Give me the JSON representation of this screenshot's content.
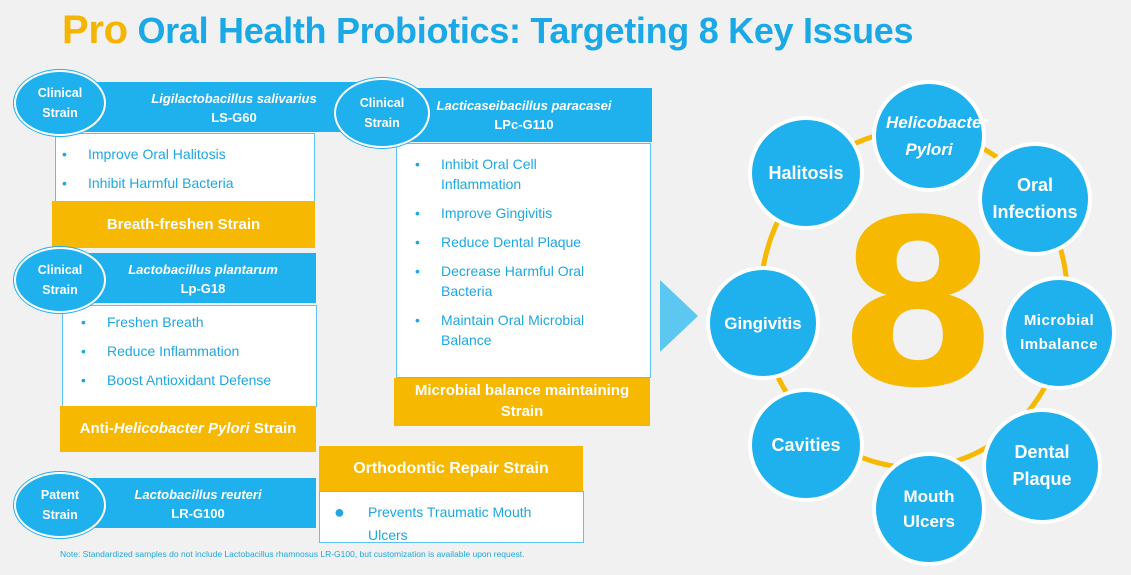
{
  "title": {
    "highlight": "Pro",
    "main": "Oral Health Probiotics: Targeting 8 Key Issues"
  },
  "strains": [
    {
      "badge": "Clinical Strain",
      "species": "Ligilactobacillus salivarius",
      "code": "LS-G60",
      "benefits": [
        "Improve Oral Halitosis",
        "Inhibit Harmful Bacteria"
      ],
      "category": "Breath-freshen Strain"
    },
    {
      "badge": "Clinical Strain",
      "species": "Lactobacillus plantarum",
      "code": "Lp-G18",
      "benefits": [
        "Freshen Breath",
        "Reduce Inflammation",
        "Boost Antioxidant Defense"
      ],
      "category_prefix": "Anti-",
      "category_italic": "Helicobacter Pylori",
      "category_suffix": " Strain"
    },
    {
      "badge": "Patent Strain",
      "species": "Lactobacillus reuteri",
      "code": "LR-G100",
      "category": "Orthodontic Repair Strain",
      "benefits": [
        "Prevents Traumatic Mouth Ulcers"
      ]
    },
    {
      "badge": "Clinical Strain",
      "species": "Lacticaseibacillus paracasei",
      "code": "LPc-G110",
      "benefits": [
        "Inhibit Oral Cell Inflammation",
        "Improve Gingivitis",
        "Reduce Dental Plaque",
        "Decrease Harmful Oral Bacteria",
        "Maintain Oral Microbial Balance"
      ],
      "category": "Microbial balance maintaining Strain"
    }
  ],
  "issues": {
    "center": "8",
    "items": [
      "Halitosis",
      "Helicobacter Pylori",
      "Oral Infections",
      "Microbial Imbalance",
      "Dental Plaque",
      "Mouth Ulcers",
      "Cavities",
      "Gingivitis"
    ]
  },
  "note": "Note: Standardized samples do not include Lactobacillus rhamnosus LR-G100, but customization is available upon request.",
  "colors": {
    "blue": "#1fb0ee",
    "yellow": "#f6b800",
    "background": "#f1f1f1"
  }
}
